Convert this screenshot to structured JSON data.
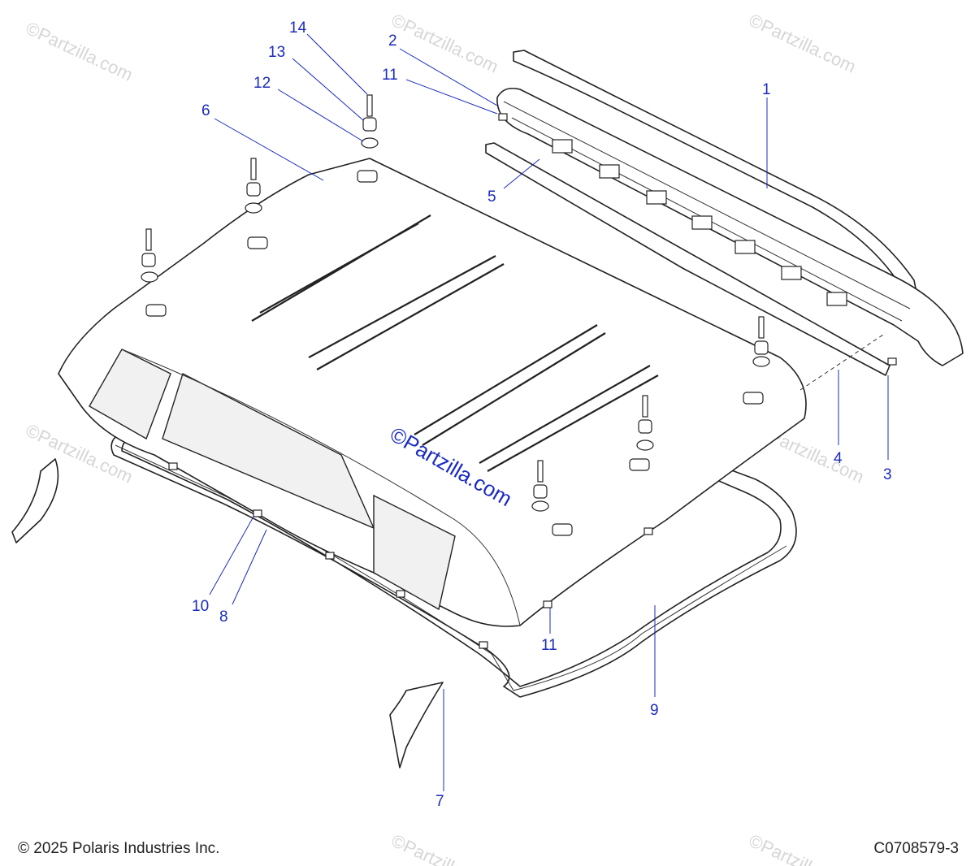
{
  "watermark": "©Partzilla.com",
  "callouts": [
    {
      "id": "c1",
      "label": "1"
    },
    {
      "id": "c2",
      "label": "2"
    },
    {
      "id": "c3",
      "label": "3"
    },
    {
      "id": "c4",
      "label": "4"
    },
    {
      "id": "c5",
      "label": "5"
    },
    {
      "id": "c6",
      "label": "6"
    },
    {
      "id": "c7",
      "label": "7"
    },
    {
      "id": "c8",
      "label": "8"
    },
    {
      "id": "c9",
      "label": "9"
    },
    {
      "id": "c10",
      "label": "10"
    },
    {
      "id": "c11a",
      "label": "11"
    },
    {
      "id": "c11b",
      "label": "11"
    },
    {
      "id": "c12",
      "label": "12"
    },
    {
      "id": "c13",
      "label": "13"
    },
    {
      "id": "c14",
      "label": "14"
    }
  ],
  "footer": {
    "copyright": "© 2025 Polaris Industries Inc.",
    "diagram_code": "C0708579-3"
  },
  "colors": {
    "callout": "#1a2bbf",
    "linework": "#222222",
    "watermark": "#d6d6d6"
  }
}
